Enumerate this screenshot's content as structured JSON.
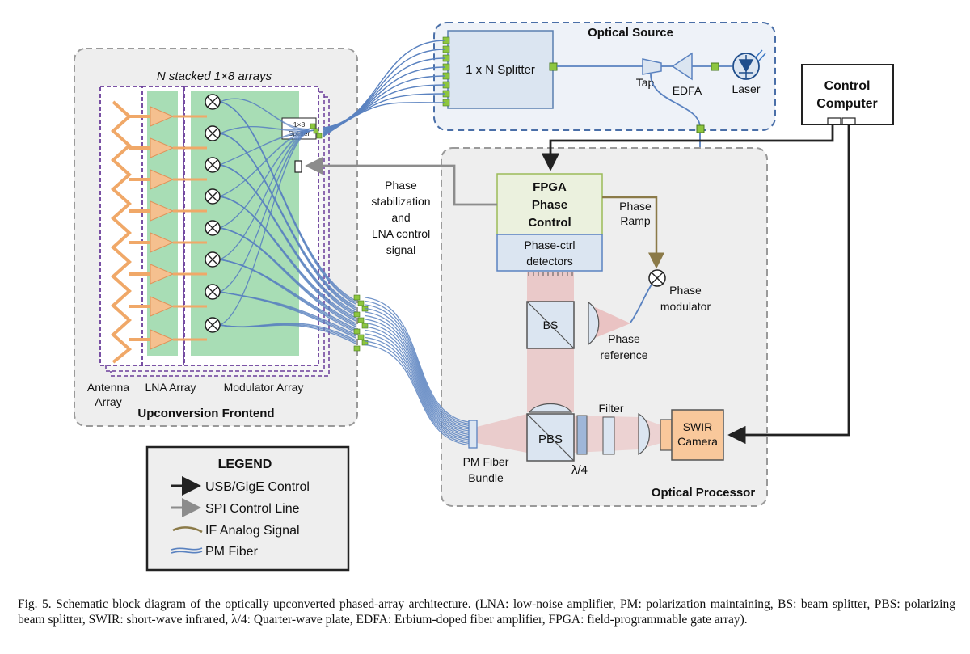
{
  "frontend": {
    "title": "Upconversion Frontend",
    "stacked_label": "N stacked 1×8 arrays",
    "splitter_label_line1": "1×8",
    "splitter_label_line2": "Splitter",
    "antenna_label_line1": "Antenna",
    "antenna_label_line2": "Array",
    "lna_label": "LNA Array",
    "modulator_label": "Modulator Array"
  },
  "optical_source": {
    "title": "Optical Source",
    "splitter_label": "1 x N Splitter",
    "tap_label": "Tap",
    "edfa_label": "EDFA",
    "laser_label": "Laser"
  },
  "control_computer": {
    "label_line1": "Control",
    "label_line2": "Computer"
  },
  "optical_processor": {
    "title": "Optical Processor",
    "fpga_line1": "FPGA",
    "fpga_line2": "Phase",
    "fpga_line3": "Control",
    "detectors_line1": "Phase-ctrl",
    "detectors_line2": "detectors",
    "phase_ramp_line1": "Phase",
    "phase_ramp_line2": "Ramp",
    "phase_mod_line1": "Phase",
    "phase_mod_line2": "modulator",
    "bs_label": "BS",
    "phase_ref_line1": "Phase",
    "phase_ref_line2": "reference",
    "pbs_label": "PBS",
    "qwp_label": "λ/4",
    "filter_label": "Filter",
    "camera_line1": "SWIR",
    "camera_line2": "Camera",
    "fiber_bundle_line1": "PM Fiber",
    "fiber_bundle_line2": "Bundle"
  },
  "signal_label": {
    "line1": "Phase",
    "line2": "stabilization",
    "line3": "and",
    "line4": "LNA control",
    "line5": "signal"
  },
  "legend": {
    "title": "LEGEND",
    "items": [
      {
        "label": "USB/GigE Control",
        "color": "#222222"
      },
      {
        "label": "SPI Control Line",
        "color": "#8c8c8c"
      },
      {
        "label": "IF Analog Signal",
        "color": "#8b7a48"
      },
      {
        "label": "PM Fiber",
        "color": "#4a78b8"
      }
    ]
  },
  "colors": {
    "fiber": "#5a82c0",
    "modulator_fill": "#a8ddb5",
    "lna_fill": "#f5c08f",
    "splitter_fill": "#dbe5f1",
    "fpga_fill": "#ebf1de",
    "camera_fill": "#f9c89b",
    "beam": "#e8b0b0",
    "array_border": "#6a3d9a"
  },
  "caption": "Fig. 5.    Schematic block diagram of the optically upconverted phased-array architecture. (LNA: low-noise amplifier, PM: polarization maintaining, BS: beam splitter, PBS: polarizing beam splitter, SWIR: short-wave infrared, λ/4: Quarter-wave plate, EDFA: Erbium-doped fiber amplifier, FPGA: field-programmable gate array)."
}
